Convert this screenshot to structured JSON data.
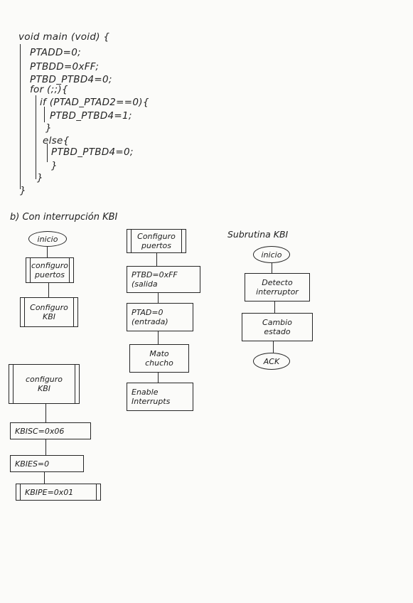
{
  "code": {
    "lines": [
      "void main (void) {",
      "PTADD=0;",
      "PTBDD=0xFF;",
      "PTBD_PTBD4=0;",
      "for (;;){",
      "if (PTAD_PTAD2==0){",
      "PTBD_PTBD4=1;",
      "}",
      "else{",
      "PTBD_PTBD4=0;",
      "}",
      "}",
      "}"
    ]
  },
  "section_b": {
    "heading": "b) Con interrupción KBI"
  },
  "flow_main_left": {
    "start": "inicio",
    "step1": [
      "configuro",
      "puertos"
    ],
    "step2": [
      "Configuro",
      "KBI"
    ]
  },
  "flow_main_mid": {
    "step1": [
      "Configuro",
      "puertos"
    ],
    "step2": [
      "PTBD=0xFF",
      "(salida"
    ],
    "step3": [
      "PTAD=0",
      "(entrada)"
    ],
    "step4": [
      "Mato",
      "chucho"
    ],
    "step5": [
      "Enable",
      "Interrupts"
    ]
  },
  "flow_kbi_config": {
    "title": [
      "configuro",
      "KBI"
    ],
    "step1": "KBISC=0x06",
    "step2": "KBIES=0",
    "step3": "KBIPE=0x01"
  },
  "subroutine": {
    "title": "Subrutina KBI",
    "start": "inicio",
    "step1": [
      "Detecto",
      "interruptor"
    ],
    "step2": [
      "Cambio",
      "estado"
    ],
    "end": "ACK"
  }
}
